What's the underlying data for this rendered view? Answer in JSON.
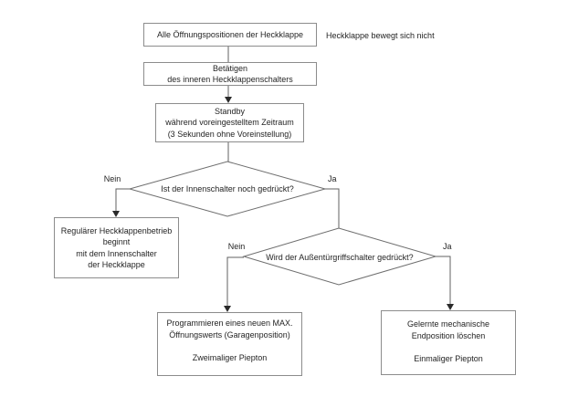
{
  "colors": {
    "background": "#ffffff",
    "box_border": "#8c8c8c",
    "connector_line": "#606060",
    "arrowhead": "#2a2a2a",
    "text": "#242424"
  },
  "flowchart": {
    "note": "Heckklappe bewegt sich nicht",
    "branch_labels": {
      "d1_no": "Nein",
      "d1_yes": "Ja",
      "d2_no": "Nein",
      "d2_yes": "Ja"
    },
    "nodes": {
      "all_positions": {
        "lines": [
          "Alle Öffnungspositionen der Heckklappe"
        ]
      },
      "press_inner_switch": {
        "lines": [
          "Betätigen",
          "des inneren Heckklappenschalters"
        ]
      },
      "standby": {
        "lines": [
          "Standby",
          "während voreingestelltem Zeitraum",
          "(3 Sekunden ohne Voreinstellung)"
        ]
      },
      "decision_inner_switch": {
        "question": "Ist der Innenschalter noch gedrückt?"
      },
      "regular_operation": {
        "lines": [
          "Regulärer Heckklappenbetrieb",
          "beginnt",
          "mit dem Innenschalter",
          "der Heckklappe"
        ]
      },
      "decision_outer_handle": {
        "question": "Wird der Außentürgriffschalter gedrückt?"
      },
      "program_max_opening": {
        "lines": [
          "Programmieren eines neuen MAX.",
          "Öffnungswerts (Garagenposition)",
          "",
          "Zweimaliger Piepton"
        ]
      },
      "delete_end_position": {
        "lines": [
          "Gelernte mechanische",
          "Endposition löschen",
          "",
          "Einmaliger Piepton"
        ]
      }
    }
  }
}
